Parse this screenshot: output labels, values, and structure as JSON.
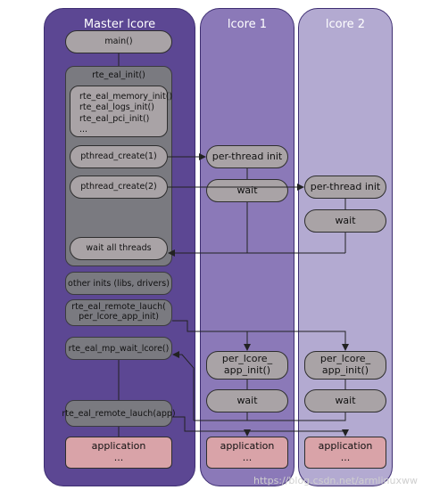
{
  "lanes": {
    "master": "Master lcore",
    "lcore1": "lcore 1",
    "lcore2": "lcore 2"
  },
  "master": {
    "main": "main()",
    "rte_eal_init": "rte_eal_init()",
    "init_list": [
      "rte_eal_memory_init()",
      "rte_eal_logs_init()",
      "rte_eal_pci_init()",
      "..."
    ],
    "pthread_create_1": "pthread_create(1)",
    "pthread_create_2": "pthread_create(2)",
    "wait_all_threads": "wait all threads",
    "other_inits": "other inits (libs, drivers)",
    "remote_launch_init": "rte_eal_remote_lauch(\nper_lcore_app_init)",
    "mp_wait_lcore": "rte_eal_mp_wait_lcore()",
    "remote_launch_app": "rte_eal_remote_lauch(app)",
    "application": "application\n..."
  },
  "lcore1": {
    "per_thread_init": "per-thread init",
    "wait_1": "wait",
    "per_lcore_app_init": "per_lcore_\napp_init()",
    "wait_2": "wait",
    "application": "application\n..."
  },
  "lcore2": {
    "per_thread_init": "per-thread init",
    "wait_1": "wait",
    "per_lcore_app_init": "per_lcore_\napp_init()",
    "wait_2": "wait",
    "application": "application\n..."
  },
  "watermark": "https://blog.csdn.net/armlinuxww",
  "colors": {
    "master_lane": "#5c4793",
    "lcore1_lane": "#8b79b8",
    "lcore2_lane": "#b3aad1",
    "panel": "#7a7a80",
    "node": "#a9a3a6",
    "application": "#d9a3a8",
    "line": "#222222"
  }
}
